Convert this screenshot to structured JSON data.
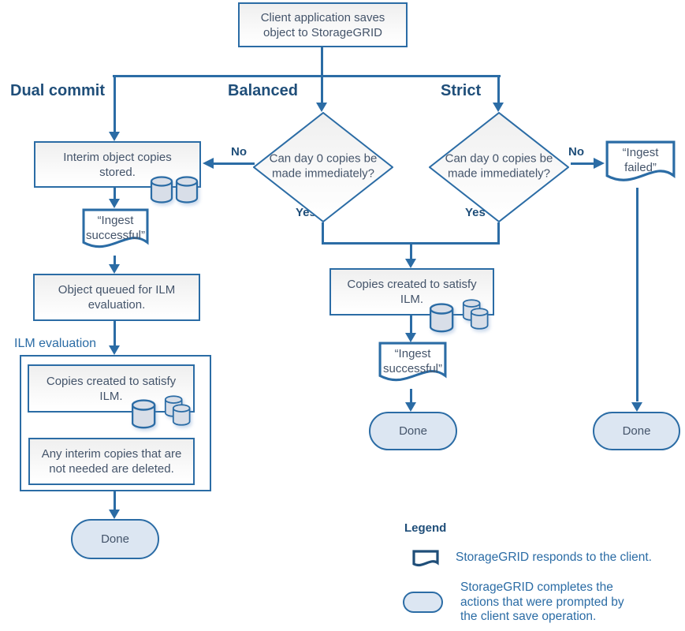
{
  "headings": {
    "dual_commit": "Dual commit",
    "balanced": "Balanced",
    "strict": "Strict"
  },
  "nodes": {
    "start": "Client application saves\nobject to StorageGRID",
    "interim_stored": "Interim object copies\nstored.",
    "ingest_successful_left": "“Ingest\nsuccessful”",
    "object_queued": "Object queued for ILM\nevaluation.",
    "ilm_section_label": "ILM evaluation",
    "copies_created_left": "Copies created to satisfy\nILM.",
    "interim_deleted": "Any interim copies that are\nnot needed are deleted.",
    "done_left": "Done",
    "decision_balanced": "Can day 0 copies be\nmade immediately?",
    "copies_created_center": "Copies created to satisfy\nILM.",
    "ingest_successful_center": "“Ingest\nsuccessful”",
    "done_center": "Done",
    "decision_strict": "Can day 0 copies be\nmade immediately?",
    "ingest_failed": "“Ingest\nfailed”",
    "done_right": "Done"
  },
  "edge_labels": {
    "balanced_no": "No",
    "balanced_yes": "Yes",
    "strict_no": "No",
    "strict_yes": "Yes"
  },
  "legend": {
    "title": "Legend",
    "items": [
      {
        "icon": "document-icon",
        "text": "StorageGRID responds to the client."
      },
      {
        "icon": "capsule-icon",
        "text": "StorageGRID completes the\nactions that were prompted by\nthe client save operation."
      }
    ]
  },
  "colors": {
    "line": "#2b6ca5",
    "heading": "#1f4e79",
    "node_text": "#44546a",
    "capsule_fill": "#dce6f2",
    "cylinder_fill": "#d8dee8"
  }
}
